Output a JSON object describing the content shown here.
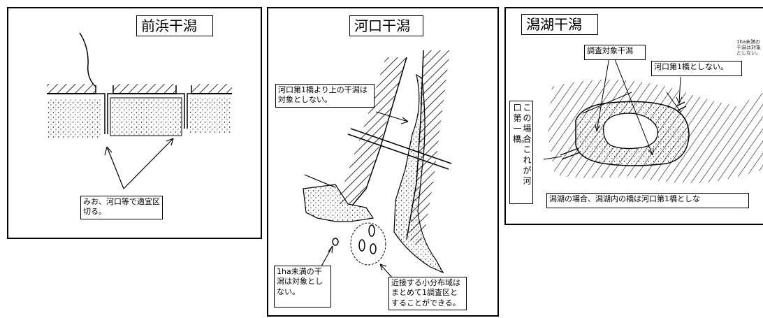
{
  "panels": [
    {
      "title": "前浜干潟",
      "labels": {
        "channel": "みお、河口等で適宜区切る。"
      }
    },
    {
      "title": "河口干潟",
      "labels": {
        "upstream": "河口第1橋より上の干潟は対象としない。",
        "small_area": "1ha未満の干潟は対象としない。",
        "nearby": "近接する小分布域はまとめて1調査区とすることができる。"
      }
    },
    {
      "title": "潟湖干潟",
      "labels": {
        "survey_target": "調査対象干潟",
        "bridge_note": "河口第1橋としない。",
        "vertical_col1": "この場合これが河",
        "vertical_col2": "口第一橋。",
        "lagoon_bridge": "潟湖の場合、潟湖内の橋は河口第1橋としな",
        "tiny_note": "1ha未満の干潟は対象としない。"
      }
    }
  ]
}
